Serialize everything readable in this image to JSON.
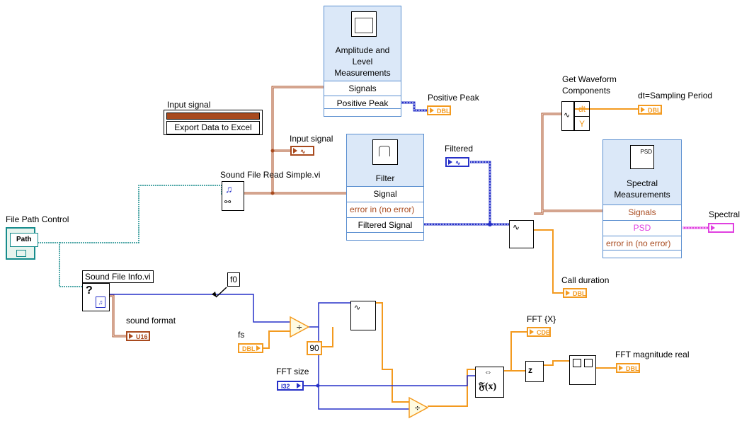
{
  "colors": {
    "blue_wire": "#2630c8",
    "orange_wire": "#f39a1f",
    "brown_wire": "#a84a1e",
    "teal_wire": "#168c8c",
    "pink_wire": "#e040e0",
    "express_vi_fill": "#dbe8f8"
  },
  "labels": {
    "file_path_control": "File Path Control",
    "file_path_text": "Path",
    "sound_file_read": "Sound File Read Simple.vi",
    "sound_file_info": "Sound File Info.vi",
    "input_signal_cluster": "Input signal",
    "export_button": "Export Data to Excel",
    "input_signal_indicator": "Input signal",
    "positive_peak": "Positive Peak",
    "filtered": "Filtered",
    "get_waveform": "Get Waveform\nComponents",
    "dt_sampling": "dt=Sampling Period",
    "spectral": "Spectral",
    "call_duration": "Call duration",
    "sound_format": "sound format",
    "f0": "f0",
    "fs": "fs",
    "fft_size": "FFT size",
    "fft_x": "FFT {X}",
    "fft_mag": "FFT magnitude real",
    "gwc_dt": "dt",
    "gwc_y": "Y"
  },
  "amplitude_vi": {
    "title": "Amplitude and\nLevel\nMeasurements",
    "terms": [
      "Signals",
      "Positive Peak"
    ]
  },
  "filter_vi": {
    "title": "Filter",
    "terms": [
      "Signal",
      "error in (no error)",
      "Filtered Signal"
    ]
  },
  "spectral_vi": {
    "title": "Spectral\nMeasurements",
    "terms": [
      "Signals",
      "PSD",
      "error in (no error)"
    ]
  },
  "indicators": {
    "positive_peak_dbl": "DBL",
    "dt_dbl": "DBL",
    "call_duration_dbl": "DBL",
    "sound_format_type": "U16",
    "fs_dbl": "DBL",
    "fft_size_type": "I32",
    "fft_x_type": "CDB",
    "fft_mag_type": "DBL"
  },
  "constants": {
    "ninety": "90"
  }
}
